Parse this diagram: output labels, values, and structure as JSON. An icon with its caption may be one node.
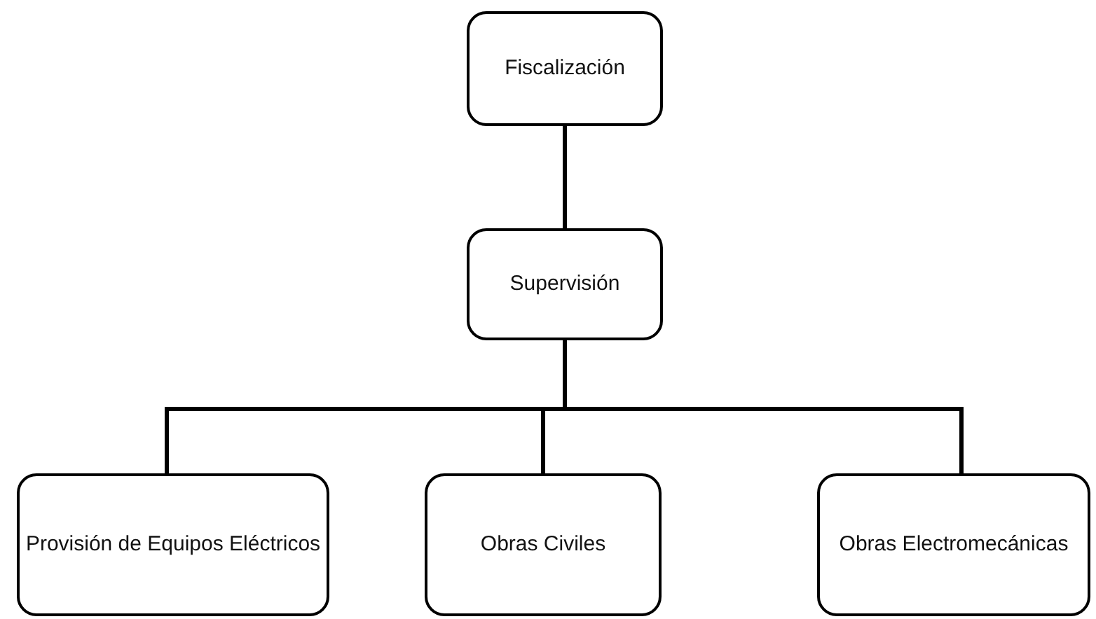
{
  "diagram": {
    "nodes": [
      {
        "text": [
          "Fiscalización"
        ]
      },
      {
        "text": [
          "Supervisión"
        ]
      },
      {
        "text": [
          "Provisión de Equipos Eléctricos"
        ]
      },
      {
        "text": [
          "Obras Civiles"
        ]
      },
      {
        "text": [
          "Obras Electromecánicas"
        ]
      }
    ],
    "edges": [
      {
        "from": 0,
        "to": 1,
        "arrow": "none"
      },
      {
        "from": 1,
        "to": 2,
        "arrow": "none"
      },
      {
        "from": 1,
        "to": 3,
        "arrow": "none"
      },
      {
        "from": 1,
        "to": 4,
        "arrow": "none"
      }
    ]
  }
}
